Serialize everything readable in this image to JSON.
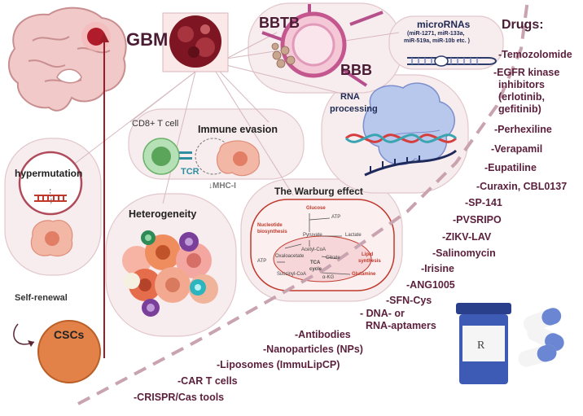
{
  "labels": {
    "gbm": "GBM",
    "bbtb": "BBTB",
    "bbb": "BBB",
    "microrna_title": "microRNAs",
    "microrna_detail_1": "(miR-1271, miR-133a,",
    "microrna_detail_2": "miR-519a, miR-10b etc. )",
    "rna_processing_1": "RNA",
    "rna_processing_2": "processing",
    "cd8": "CD8+ T cell",
    "immune_evasion": "Immune evasion",
    "tcr": "TCR",
    "mhc": "↓MHC-I",
    "hypermutation": "hypermutation",
    "warburg_title": "The Warburg effect",
    "heterogeneity": "Heterogeneity",
    "self_renewal": "Self-renewal",
    "cscs": "CSCs",
    "drugs_title": "Drugs:"
  },
  "warburg": {
    "glucose": "Glucose",
    "atp_top": "ATP",
    "pyruvate": "Pyruvate",
    "lactate": "Lactate",
    "nucleotide_1": "Nucleotide",
    "nucleotide_2": "biosynthesis",
    "acetyl": "Acetyl-CoA",
    "oxaloacetate": "Oxaloacetate",
    "citrate": "Citrate",
    "lipid_1": "Lipid",
    "lipid_2": "synthesis",
    "atp_left": "ATP",
    "tca_1": "TCA",
    "tca_2": "cycle",
    "succinyl": "Succinyl-CoA",
    "akg": "α-KG",
    "glutamine": "Glutamine"
  },
  "drugs": [
    "-Temozolomide",
    "-EGFR kinase",
    "inhibitors",
    "(erlotinib,",
    "gefitinib)",
    "-Perhexiline",
    "-Verapamil",
    "-Eupatiline",
    "-Curaxin, CBL0137",
    "-SP-141",
    "-PVSRIPO",
    "-ZIKV-LAV",
    "-Salinomycin",
    "-Irisine",
    "-ANG1005",
    "-SFN-Cys",
    "- DNA- or",
    "RNA-aptamers",
    "-Antibodies",
    "-Nanoparticles (NPs)",
    "-Liposomes (ImmuLipCP)",
    "-CAR T cells",
    "-CRISPR/Cas tools"
  ],
  "colors": {
    "title": "#4a1c33",
    "drug_text": "#5b1f3c",
    "dashed_line": "#c9a3b0",
    "panel_fill": "#f7ecee",
    "panel_stroke": "#e2c7cc",
    "tumor_red": "#9b1c26",
    "csc_orange": "#e07a3c"
  },
  "icons": [
    "brain-icon",
    "tumor-icon",
    "vessel-icon",
    "microrna-icon",
    "ribosome-icon",
    "dna-icon",
    "tcell-icon",
    "cancer-cell-icon",
    "pill-bottle-icon",
    "capsule-icon",
    "stem-cell-icon"
  ]
}
